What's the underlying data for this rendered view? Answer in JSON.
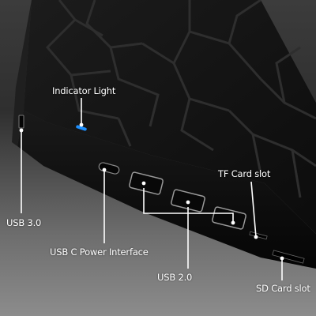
{
  "image": {
    "subject": "USB hub dock with ports",
    "colors": {
      "background_top": "#3c3c3c",
      "background_bottom": "#8c8c8c",
      "device_body": "#111111",
      "device_lines": "#2a2a2a",
      "indicator_led": "#1e90ff",
      "label_text": "#ffffff",
      "leader_line": "#ffffff"
    }
  },
  "labels": {
    "indicator_light": "Indicator Light",
    "usb3": "USB 3.0",
    "usb_c": "USB C Power Interface",
    "usb2": "USB 2.0",
    "tf_card": "TF Card slot",
    "sd_card": "SD Card slot"
  }
}
